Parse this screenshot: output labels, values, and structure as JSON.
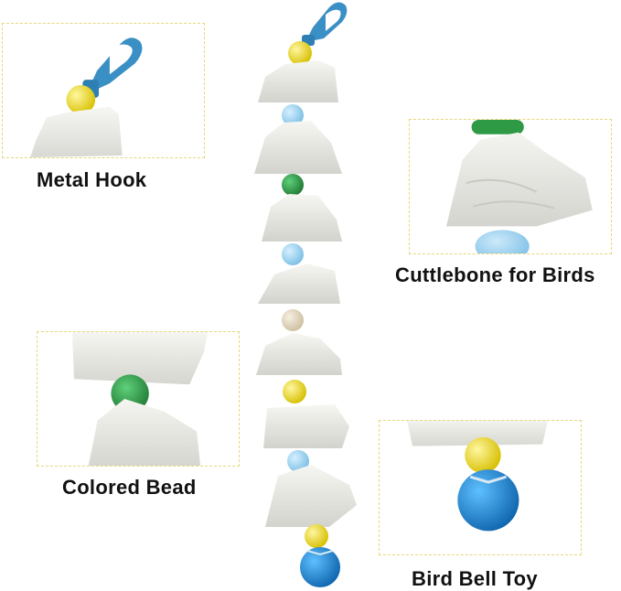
{
  "labels": {
    "metal_hook": "Metal Hook",
    "cuttlebone": "Cuttlebone for Birds",
    "colored_bead": "Colored Bead",
    "bird_bell": "Bird Bell Toy"
  },
  "colors": {
    "callout_border": "#e8d77a",
    "hook_blue": "#3a8fc4",
    "bead_yellow": "#f2e02a",
    "bead_green": "#2f9a46",
    "bead_light_blue": "#9fd3ee",
    "bead_beige": "#e7dcc6",
    "bell_blue": "#1a86d0",
    "cuttlebone": "#eeeeea"
  }
}
